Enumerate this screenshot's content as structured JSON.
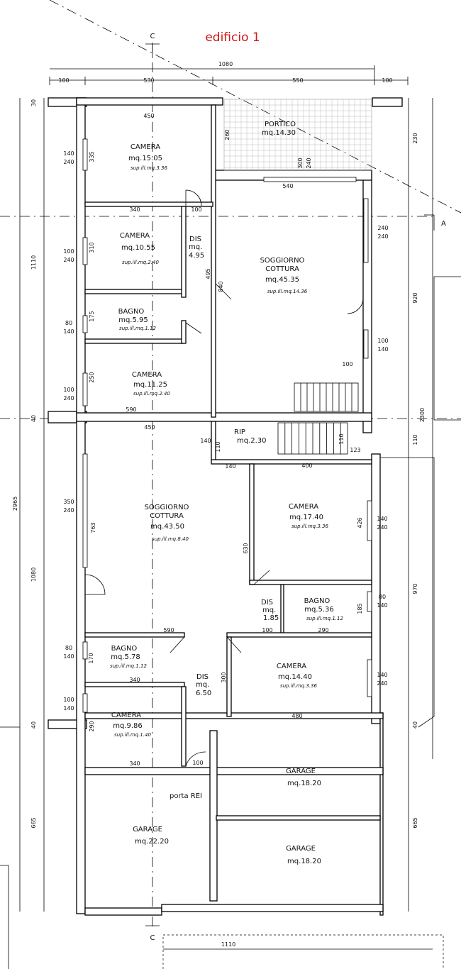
{
  "title": "edificio 1",
  "section_labels": {
    "c_top": "C",
    "c_bottom": "C",
    "a_right": "A"
  },
  "top_dims": {
    "total": "1080",
    "left": "100",
    "mid_left": "530",
    "mid_right": "550",
    "right": "100"
  },
  "bottom_dims": {
    "total": "1110"
  },
  "left_dims": {
    "d30": "30",
    "d1110": "1110",
    "d40a": "40",
    "d2965": "2965",
    "d1080": "1080",
    "d40b": "40",
    "d665": "665"
  },
  "right_dims": {
    "d230": "230",
    "d920": "920",
    "d2300": "2300",
    "d110": "110",
    "d970": "970",
    "d40": "40",
    "d665": "665"
  },
  "rooms_upper": [
    {
      "id": "camera-1",
      "name": "CAMERA",
      "area": "mq.15.05",
      "sub": "sup.ill.mq.3.36"
    },
    {
      "id": "camera-2",
      "name": "CAMERA",
      "area": "mq.10.55",
      "sub": "sup.ill.mq.2.40"
    },
    {
      "id": "bagno-1",
      "name": "BAGNO",
      "area": "mq.5.95",
      "sub": "sup.ill.mq.1.12"
    },
    {
      "id": "camera-3",
      "name": "CAMERA",
      "area": "mq.11.25",
      "sub": "sup.ill.mq.2.40"
    },
    {
      "id": "dis-1",
      "name": "DIS",
      "area1": "mq.",
      "area2": "4.95"
    },
    {
      "id": "soggiorno-1",
      "name1": "SOGGIORNO",
      "name2": "COTTURA",
      "area": "mq.45.35",
      "sub": "sup.ill.mq.14.36"
    },
    {
      "id": "portico",
      "name": "PORTICO",
      "area": "mq.14.30"
    }
  ],
  "rooms_lower": [
    {
      "id": "rip",
      "name": "RIP",
      "area": "mq.2.30"
    },
    {
      "id": "soggiorno-2",
      "name1": "SOGGIORNO",
      "name2": "COTTURA",
      "area": "mq.43.50",
      "sub": "sup.ill.mq.8.40"
    },
    {
      "id": "camera-4",
      "name": "CAMERA",
      "area": "mq.17.40",
      "sub": "sup.ill.mq.3.36"
    },
    {
      "id": "dis-2",
      "name": "DIS",
      "area1": "mq.",
      "area2": "1.85"
    },
    {
      "id": "bagno-2",
      "name": "BAGNO",
      "area": "mq.5.36",
      "sub": "sup.ill.mq.1.12"
    },
    {
      "id": "bagno-3",
      "name": "BAGNO",
      "area": "mq.5.78",
      "sub": "sup.ill.mq.1.12"
    },
    {
      "id": "dis-3",
      "name": "DIS",
      "area1": "mq.",
      "area2": "6.50"
    },
    {
      "id": "camera-5",
      "name": "CAMERA",
      "area": "mq.14.40",
      "sub": "sup.ill.mq.3.36"
    },
    {
      "id": "camera-6",
      "name": "CAMERA",
      "area": "mq.9.86",
      "sub": "sup.ill.mq.1.40"
    }
  ],
  "garages": [
    {
      "id": "garage-1",
      "name": "GARAGE",
      "area": "mq.18.20"
    },
    {
      "id": "garage-2",
      "name": "GARAGE",
      "area": "mq.22.20"
    },
    {
      "id": "garage-3",
      "name": "GARAGE",
      "area": "mq.18.20"
    }
  ],
  "porta_rei": "porta REI",
  "inner_dims": {
    "w450a": "450",
    "w340a": "340",
    "w590a": "590",
    "w540": "540",
    "w100a": "100",
    "w100b": "100",
    "h335": "335",
    "h310": "310",
    "h175": "175",
    "h250": "250",
    "h495": "495",
    "h840": "840",
    "h260": "260",
    "p300": "300",
    "p240": "240",
    "w140a": "140",
    "w240a": "240",
    "w100c": "100",
    "w240b": "240",
    "w80a": "80",
    "w140b": "140",
    "w100d": "100",
    "w240c": "240",
    "r240a": "240",
    "r240b": "240",
    "r100": "100",
    "r140": "140",
    "w450b": "450",
    "w140c": "140",
    "w110a": "110",
    "w400": "400",
    "w110b": "110",
    "w123": "123",
    "h763": "763",
    "h630": "630",
    "h426": "426",
    "h185": "185",
    "h170": "170",
    "h300b": "300",
    "h290": "290",
    "l350": "350",
    "l240": "240",
    "l80": "80",
    "l140a": "140",
    "l100": "100",
    "l140b": "140",
    "r140a": "140",
    "r240c": "240",
    "r80": "80",
    "r140b": "140",
    "r140c": "140",
    "r240d": "240",
    "w590b": "590",
    "w100e": "100",
    "w290a": "290",
    "w340b": "340",
    "w480": "480",
    "w340c": "340",
    "w100f": "100"
  }
}
